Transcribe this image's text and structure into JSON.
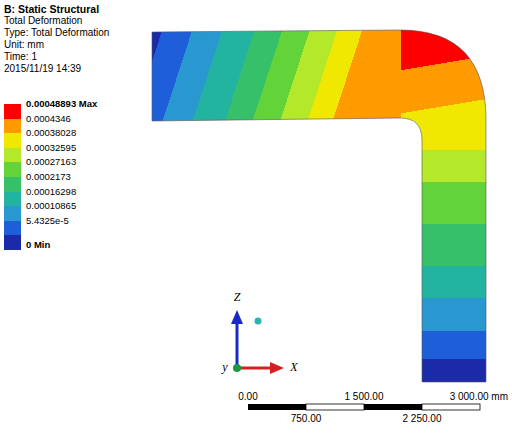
{
  "diagram": {
    "title": "B: Static Structural",
    "labels": [
      "Total Deformation",
      "Type: Total Deformation",
      "Unit: mm",
      "Time: 1",
      "2015/11/19 14:39",
      "Z",
      "y",
      "X",
      "0.00",
      "1 500.00",
      "3 000.00 mm",
      "750.00",
      "2 250.00"
    ],
    "legend": [
      {
        "text": "0.00048893 Max",
        "color": "#ff0000"
      },
      {
        "text": "0.0004346",
        "color": "#ff9a00"
      },
      {
        "text": "0.00038028",
        "color": "#f0e800"
      },
      {
        "text": "0.00032595",
        "color": "#b4e82a"
      },
      {
        "text": "0.00027163",
        "color": "#62d43a"
      },
      {
        "text": "0.0002173",
        "color": "#36c06a"
      },
      {
        "text": "0.00016298",
        "color": "#22b4a0"
      },
      {
        "text": "0.00010865",
        "color": "#2a98d0"
      },
      {
        "text": "5.4325e-5",
        "color": "#1e5ed8"
      },
      {
        "text": "0 Min",
        "color": "#1a2aa8"
      }
    ]
  }
}
